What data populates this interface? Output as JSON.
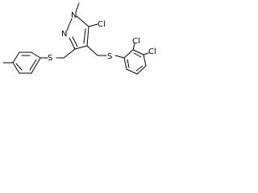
{
  "molecule": {
    "atoms": {
      "n1": "N",
      "n2": "N",
      "s1": "S",
      "s2": "S",
      "cl1": "Cl",
      "cl2": "Cl",
      "cl3": "Cl"
    }
  }
}
